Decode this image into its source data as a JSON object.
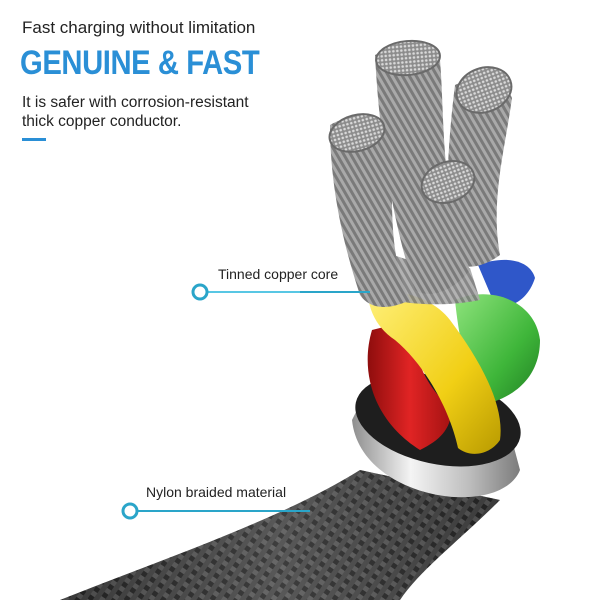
{
  "header": {
    "tagline": "Fast charging without limitation",
    "headline": "GENUINE & FAST",
    "description_lines": [
      "It is safer with corrosion-resistant",
      "thick copper conductor."
    ]
  },
  "callouts": [
    {
      "label": "Tinned copper core"
    },
    {
      "label": "Nylon braided material"
    }
  ],
  "colors": {
    "accent": "#2a8fd6",
    "wire_red": "#d81e1e",
    "wire_yellow": "#f2d31a",
    "wire_green": "#3fb63a",
    "wire_blue": "#2f57c9",
    "copper_gray": "#8a8a8a",
    "braid_dark": "#2b2b2b",
    "ring_silver": "#cfcfcf"
  }
}
